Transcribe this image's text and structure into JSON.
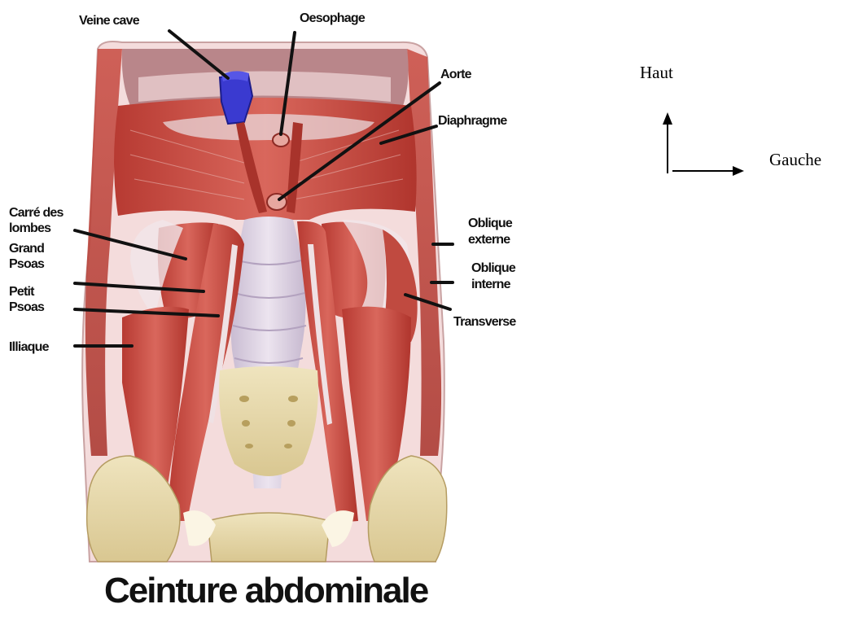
{
  "labels": {
    "veine_cave": "Veine cave",
    "oesophage": "Oesophage",
    "aorte": "Aorte",
    "diaphragme": "Diaphragme",
    "carre_des_lombes_1": "Carré des",
    "carre_des_lombes_2": "lombes",
    "grand_psoas_1": "Grand",
    "grand_psoas_2": "Psoas",
    "petit_psoas_1": "Petit",
    "petit_psoas_2": "Psoas",
    "iliaque": "Illiaque",
    "oblique_externe_1": "Oblique",
    "oblique_externe_2": "externe",
    "oblique_interne_1": "Oblique",
    "oblique_interne_2": "interne",
    "transverse": "Transverse"
  },
  "title": "Ceinture abdominale",
  "orientation": {
    "up_label": "Haut",
    "left_label": "Gauche"
  },
  "colors": {
    "muscle": "#c8453c",
    "muscle_dark": "#9e2a24",
    "tendon": "#e9d9dc",
    "bone": "#e8d9a8",
    "vein": "#3a3ad0",
    "background": "#ffffff"
  }
}
